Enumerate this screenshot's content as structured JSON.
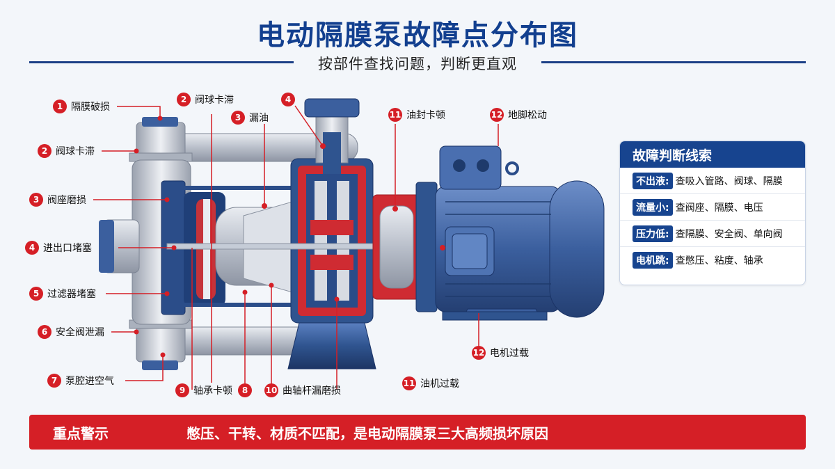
{
  "header": {
    "title": "电动隔膜泵故障点分布图",
    "subtitle": "按部件查找问题，判断更直观"
  },
  "labels": {
    "l1": {
      "num": "1",
      "text": "隔膜破损"
    },
    "l2": {
      "num": "2",
      "text": "阀球卡滞"
    },
    "l3": {
      "num": "3",
      "text": "阀座磨损"
    },
    "l4": {
      "num": "4",
      "text": "进出口堵塞"
    },
    "l5": {
      "num": "5",
      "text": "过滤器堵塞"
    },
    "l6": {
      "num": "6",
      "text": "安全阀泄漏"
    },
    "l7": {
      "num": "7",
      "text": "泵腔进空气"
    },
    "t2": {
      "num": "2",
      "text": "阀球卡滞"
    },
    "t3": {
      "num": "3",
      "text": "漏油"
    },
    "t4": {
      "num": "4",
      "text": ""
    },
    "t11": {
      "num": "11",
      "text": "油封卡顿"
    },
    "t12": {
      "num": "12",
      "text": "地脚松动"
    },
    "b9": {
      "num": "9",
      "text": "轴承卡顿"
    },
    "b8": {
      "num": "8",
      "text": ""
    },
    "b10": {
      "num": "10",
      "text": "曲轴杆漏磨损"
    },
    "b11": {
      "num": "11",
      "text": "油机过载"
    },
    "r12": {
      "num": "12",
      "text": "电机过载"
    }
  },
  "panel": {
    "title": "故障判断线索",
    "rows": [
      {
        "tag": "不出液:",
        "text": "查吸入管路、阀球、隔膜"
      },
      {
        "tag": "流量小:",
        "text": "查阀座、隔膜、电压"
      },
      {
        "tag": "压力低:",
        "text": "查隔膜、安全阀、单向阀"
      },
      {
        "tag": "电机跳:",
        "text": "查憋压、粘度、轴承"
      }
    ]
  },
  "warning": {
    "label": "重点警示",
    "text": "憋压、干转、材质不匹配，是电动隔膜泵三大高频损坏原因"
  },
  "colors": {
    "navy": "#17448f",
    "accent_red": "#d51f26",
    "steel": "#c7ccd4",
    "motor_blue": "#3b5f9e"
  }
}
